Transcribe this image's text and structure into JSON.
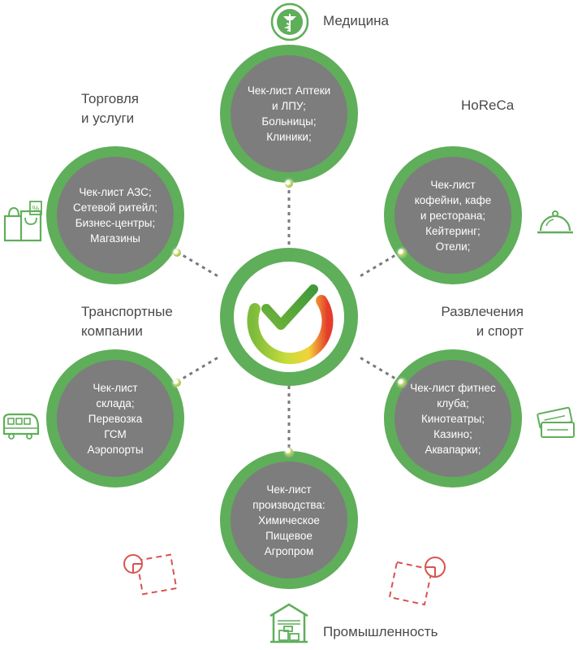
{
  "center": {
    "logo": "check-clock-logo"
  },
  "nodes": [
    {
      "id": "medicine",
      "label": [
        "Медицина"
      ],
      "text": [
        "Чек-лист Аптеки",
        "и ЛПУ;",
        "Больницы;",
        "Клиники;"
      ],
      "icon": "caduceus-icon"
    },
    {
      "id": "horeca",
      "label": [
        "HoReCa"
      ],
      "text": [
        "Чек-лист",
        "кофейни, кафе",
        "и ресторана;",
        "Кейтеринг;",
        "Отели;"
      ],
      "icon": "cloche-icon"
    },
    {
      "id": "entertainment",
      "label": [
        "Развлечения",
        "и спорт"
      ],
      "text": [
        "Чек-лист фитнес",
        "клуба;",
        "Кинотеатры;",
        "Казино;",
        "Аквапарки;"
      ],
      "icon": "tickets-icon"
    },
    {
      "id": "industry",
      "label": [
        "Промышленность"
      ],
      "text": [
        "Чек-лист",
        "производства:",
        "Химическое",
        "Пищевое",
        "Агропром"
      ],
      "icon": "warehouse-icon"
    },
    {
      "id": "transport",
      "label": [
        "Транспортные",
        "компании"
      ],
      "text": [
        "Чек-лист",
        "склада;",
        "Перевозка",
        "ГСМ",
        "Аэропорты"
      ],
      "icon": "train-icon"
    },
    {
      "id": "trade",
      "label": [
        "Торговля",
        "и услуги"
      ],
      "text": [
        "Чек-лист АЗС;",
        "Сетевой ритейл;",
        "Бизнес-центры;",
        "Магазины"
      ],
      "icon": "shopping-bag-icon"
    }
  ],
  "colors": {
    "green": "#5fae5a",
    "circle_fill": "#7d7d7d",
    "text": "#4a4a4a",
    "connector": "#7a7a7a",
    "decor_red": "#d9534f"
  }
}
